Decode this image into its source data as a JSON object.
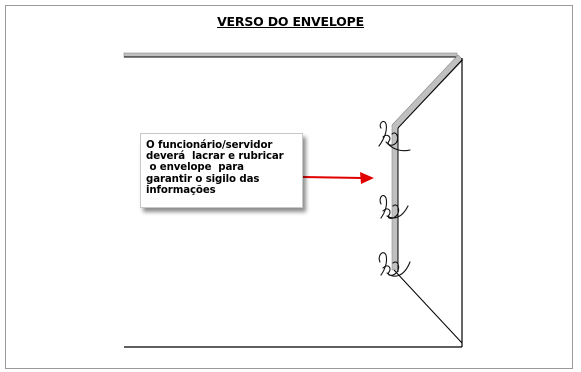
{
  "title": "VERSO DO ENVELOPE",
  "callout": {
    "lines": [
      "O funcionário/servidor",
      "deverá  lacrar e rubricar",
      " o envelope  para",
      "garantir o sigilo das",
      "informações"
    ]
  },
  "colors": {
    "arrow": "#e00000",
    "flap_shadow": "#c0c0c0",
    "envelope_line": "#000000"
  },
  "icons": [
    "signature-icon",
    "signature-icon",
    "signature-icon"
  ]
}
